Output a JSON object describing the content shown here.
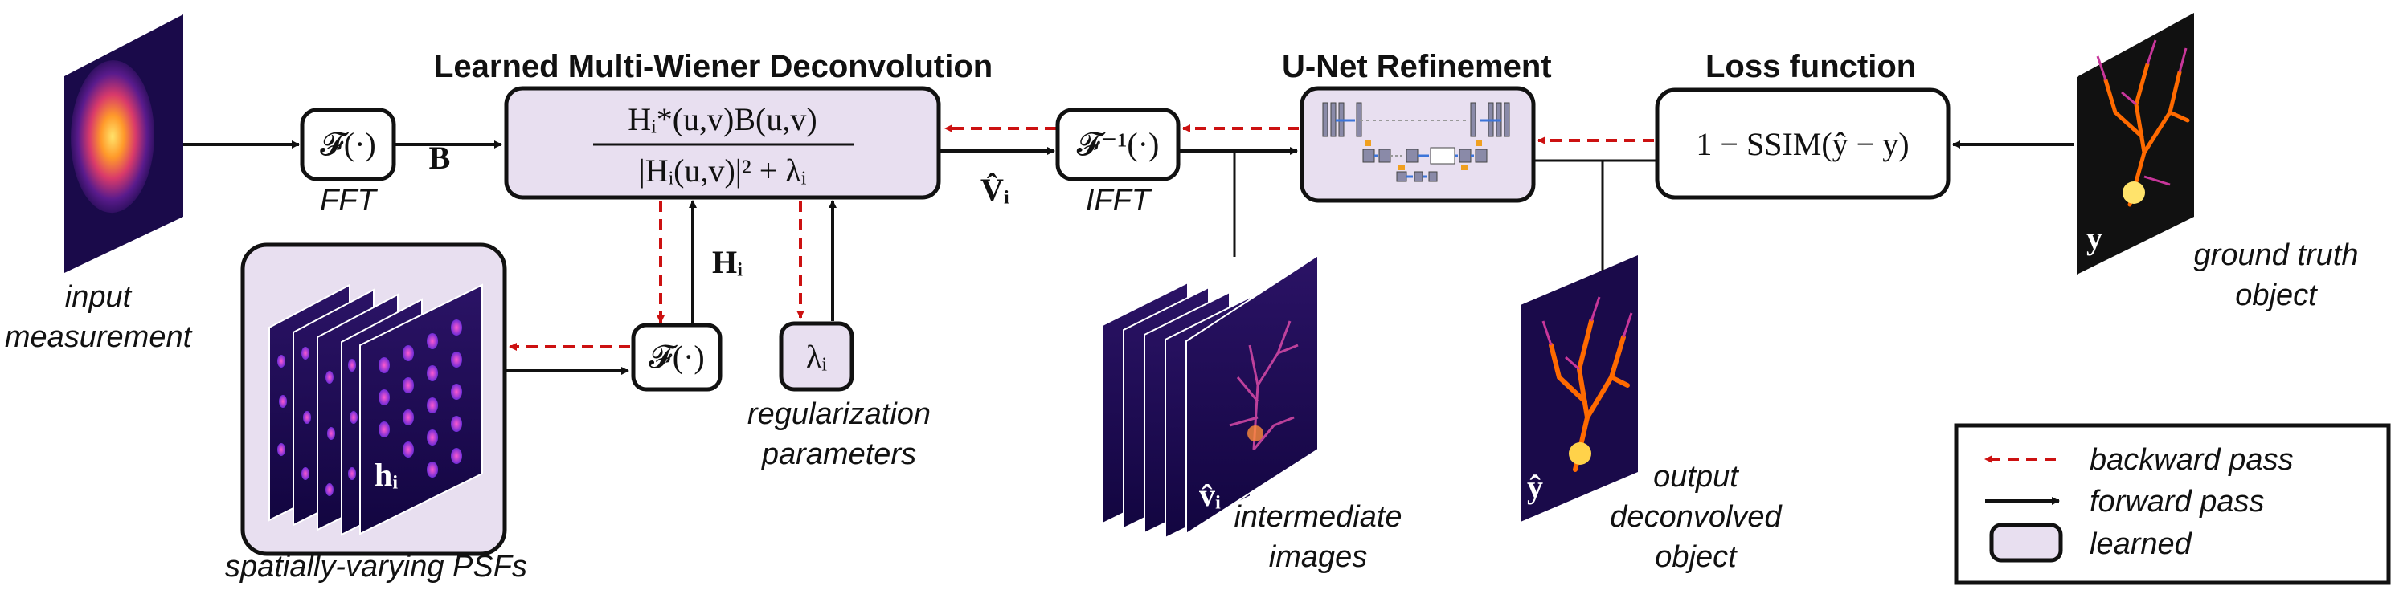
{
  "titles": {
    "wiener": "Learned Multi-Wiener Deconvolution",
    "unet": "U-Net Refinement",
    "loss": "Loss function"
  },
  "boxes": {
    "fft": "𝓕(·)",
    "ifft": "𝓕⁻¹(·)",
    "psf_fft": "𝓕(·)",
    "lambda": "λᵢ",
    "loss_formula": "1 − SSIM(ŷ − y)",
    "wiener_num": "Hᵢ*(u,v)B(u,v)",
    "wiener_den": "|Hᵢ(u,v)|² + λᵢ"
  },
  "symbols": {
    "B": "B",
    "H": "Hᵢ",
    "V": "V̂ᵢ",
    "h": "hᵢ",
    "v": "v̂ᵢ",
    "yhat": "ŷ",
    "y": "y"
  },
  "captions": {
    "fft": "FFT",
    "ifft": "IFFT",
    "input_1": "input",
    "input_2": "measurement",
    "psfs": "spatially-varying PSFs",
    "reg_1": "regularization",
    "reg_2": "parameters",
    "inter_1": "intermediate",
    "inter_2": "images",
    "out_1": "output",
    "out_2": "deconvolved",
    "out_3": "object",
    "gt_1": "ground truth",
    "gt_2": "object"
  },
  "legend": {
    "backward": "backward pass",
    "forward": "forward pass",
    "learned": "learned"
  },
  "colors": {
    "learned_fill": "#e8dff0",
    "backward": "#cc1111",
    "forward": "#111111",
    "image_bg": "#1a0a4a"
  }
}
